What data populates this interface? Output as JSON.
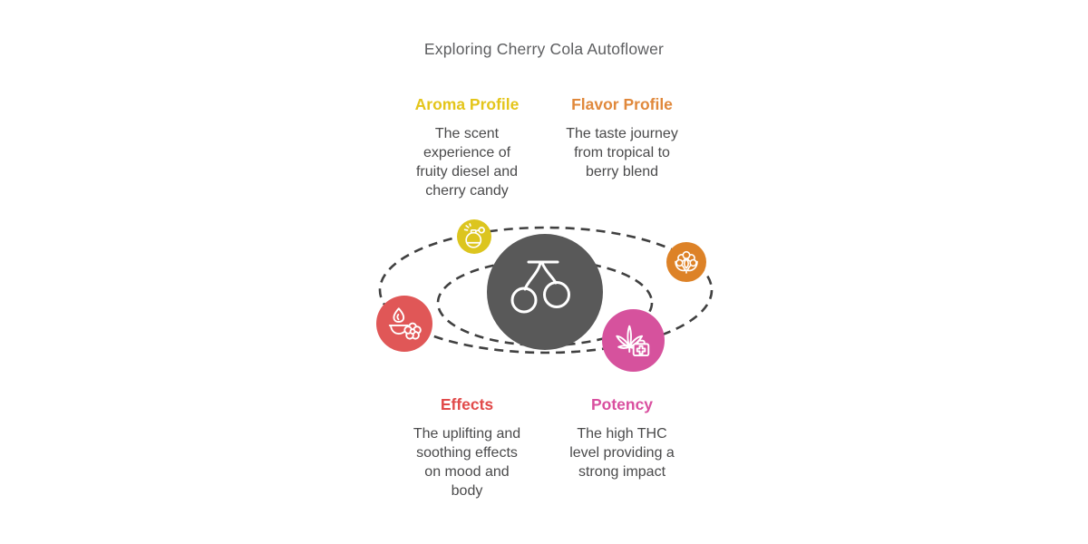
{
  "page": {
    "background": "#ffffff"
  },
  "title": {
    "text": "Exploring Cherry Cola Autoflower",
    "color": "#5d5e60"
  },
  "orbits": {
    "dash_color": "#404040"
  },
  "center": {
    "icon": "cherry-icon",
    "circle_color": "#595959",
    "icon_color": "#ffffff"
  },
  "body_text_color": "#4a4a4b",
  "sections": [
    {
      "id": "aroma",
      "label": "Aroma Profile",
      "description": "The scent\nexperience of\nfruity diesel and\ncherry candy",
      "label_color": "#e4c51a",
      "circle_color": "#dcc51f",
      "icon": "perfume-spray-icon"
    },
    {
      "id": "flavor",
      "label": "Flavor Profile",
      "description": "The taste journey\nfrom tropical to\nberry blend",
      "label_color": "#e0883b",
      "circle_color": "#dd8227",
      "icon": "berry-icon"
    },
    {
      "id": "effects",
      "label": "Effects",
      "description": "The uplifting and\nsoothing effects\non mood and\nbody",
      "label_color": "#e14a4a",
      "circle_color": "#e05757",
      "icon": "oil-burner-flower-icon"
    },
    {
      "id": "potency",
      "label": "Potency",
      "description": "The high THC\nlevel providing a\nstrong impact",
      "label_color": "#d94f9f",
      "circle_color": "#d6529d",
      "icon": "cannabis-medkit-icon"
    }
  ]
}
